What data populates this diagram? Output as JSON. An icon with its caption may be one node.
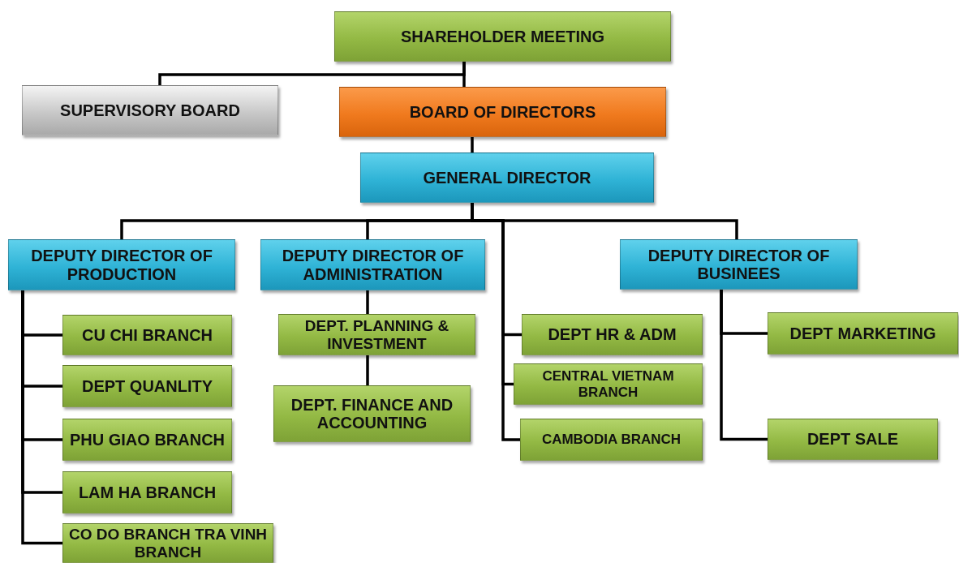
{
  "diagram": {
    "nodes": [
      {
        "text": [
          "SHAREHOLDER MEETING"
        ]
      },
      {
        "text": [
          "SUPERVISORY BOARD"
        ]
      },
      {
        "text": [
          "BOARD OF DIRECTORS"
        ]
      },
      {
        "text": [
          "GENERAL DIRECTOR"
        ]
      },
      {
        "text": [
          "DEPUTY DIRECTOR OF PRODUCTION"
        ]
      },
      {
        "text": [
          "DEPUTY DIRECTOR OF ADMINISTRATION"
        ]
      },
      {
        "text": [
          "DEPUTY DIRECTOR OF BUSINEES"
        ]
      },
      {
        "text": [
          "CU CHI BRANCH"
        ]
      },
      {
        "text": [
          "DEPT QUANLITY"
        ]
      },
      {
        "text": [
          "PHU GIAO BRANCH"
        ]
      },
      {
        "text": [
          "LAM HA BRANCH"
        ]
      },
      {
        "text": [
          "CO DO BRANCH TRA VINH BRANCH"
        ]
      },
      {
        "text": [
          "DEPT. PLANNING & INVESTMENT"
        ]
      },
      {
        "text": [
          "DEPT. FINANCE AND ACCOUNTING"
        ]
      },
      {
        "text": [
          "DEPT HR & ADM"
        ]
      },
      {
        "text": [
          "CENTRAL VIETNAM BRANCH"
        ]
      },
      {
        "text": [
          "CAMBODIA BRANCH"
        ]
      },
      {
        "text": [
          "DEPT MARKETING"
        ]
      },
      {
        "text": [
          "DEPT SALE"
        ]
      }
    ],
    "edges": [
      {
        "from": 0,
        "to": 1,
        "arrow": "none"
      },
      {
        "from": 0,
        "to": 2,
        "arrow": "none"
      },
      {
        "from": 2,
        "to": 3,
        "arrow": "none"
      },
      {
        "from": 3,
        "to": 4,
        "arrow": "none"
      },
      {
        "from": 3,
        "to": 5,
        "arrow": "none"
      },
      {
        "from": 3,
        "to": 6,
        "arrow": "none"
      },
      {
        "from": 3,
        "to": 14,
        "arrow": "none"
      },
      {
        "from": 3,
        "to": 15,
        "arrow": "none"
      },
      {
        "from": 3,
        "to": 16,
        "arrow": "none"
      },
      {
        "from": 4,
        "to": 7,
        "arrow": "none"
      },
      {
        "from": 4,
        "to": 8,
        "arrow": "none"
      },
      {
        "from": 4,
        "to": 9,
        "arrow": "none"
      },
      {
        "from": 4,
        "to": 10,
        "arrow": "none"
      },
      {
        "from": 4,
        "to": 11,
        "arrow": "none"
      },
      {
        "from": 5,
        "to": 12,
        "arrow": "none"
      },
      {
        "from": 12,
        "to": 13,
        "arrow": "none"
      },
      {
        "from": 6,
        "to": 17,
        "arrow": "none"
      },
      {
        "from": 6,
        "to": 18,
        "arrow": "none"
      }
    ]
  }
}
